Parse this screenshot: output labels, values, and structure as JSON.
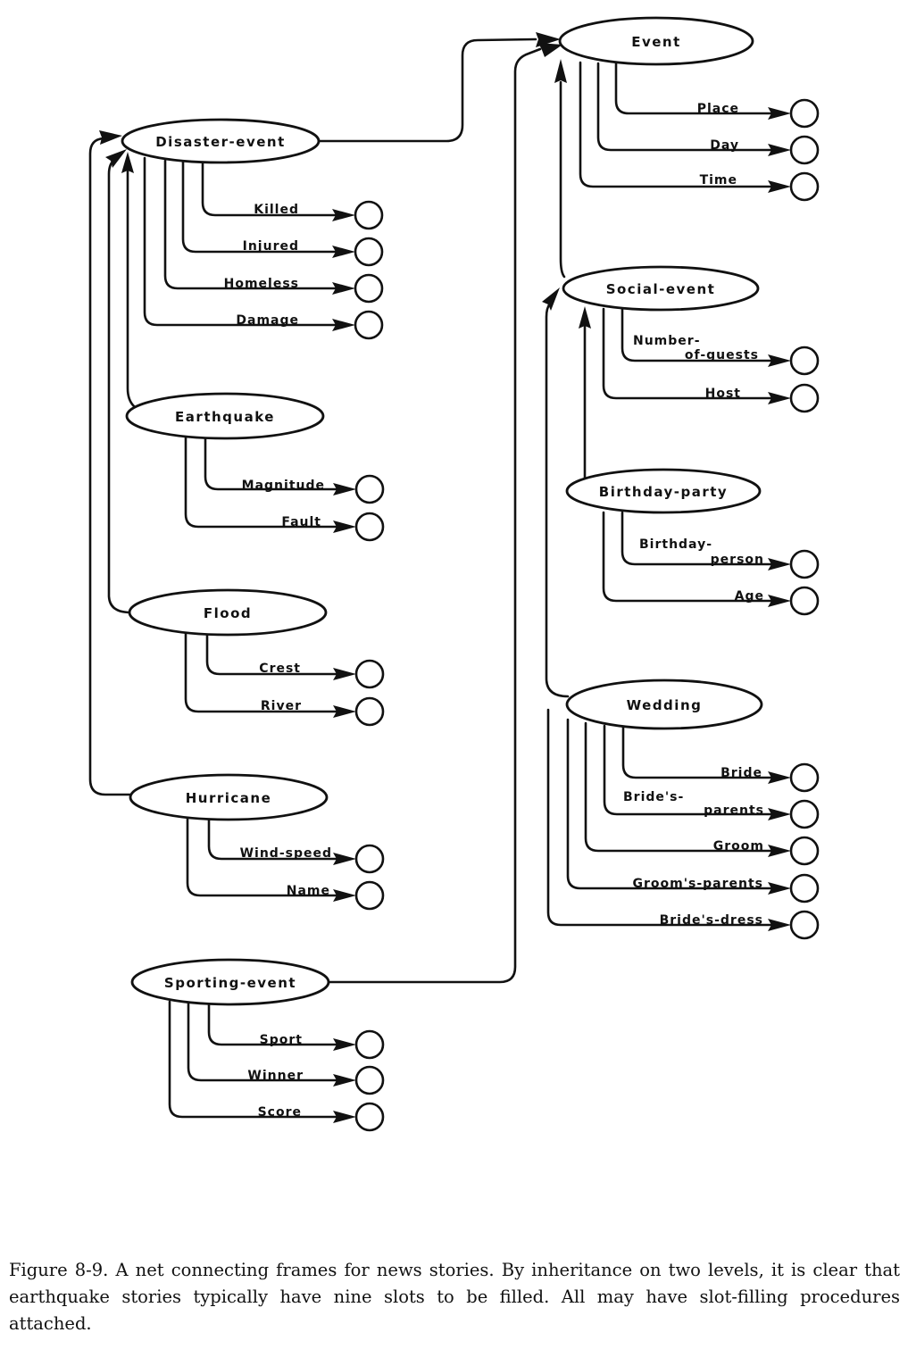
{
  "figure": {
    "caption": "Figure 8-9.  A net connecting frames for news stories. By inheritance on two levels, it is clear that earthquake stories typically have nine slots to be filled. All may have slot-filling procedures attached."
  },
  "frames": {
    "event": {
      "name": "Event",
      "slots": [
        "Place",
        "Day",
        "Time"
      ]
    },
    "disaster_event": {
      "name": "Disaster-event",
      "parent": "Event",
      "slots": [
        "Killed",
        "Injured",
        "Homeless",
        "Damage"
      ]
    },
    "earthquake": {
      "name": "Earthquake",
      "parent": "Disaster-event",
      "slots": [
        "Magnitude",
        "Fault"
      ]
    },
    "flood": {
      "name": "Flood",
      "parent": "Disaster-event",
      "slots": [
        "Crest",
        "River"
      ]
    },
    "hurricane": {
      "name": "Hurricane",
      "parent": "Disaster-event",
      "slots": [
        "Wind-speed",
        "Name"
      ]
    },
    "sporting_event": {
      "name": "Sporting-event",
      "parent": "Event",
      "slots": [
        "Sport",
        "Winner",
        "Score"
      ]
    },
    "social_event": {
      "name": "Social-event",
      "parent": "Event",
      "slots": [
        "Number-of-guests",
        "Host"
      ]
    },
    "birthday_party": {
      "name": "Birthday-party",
      "parent": "Social-event",
      "slots": [
        "Birthday-person",
        "Age"
      ]
    },
    "wedding": {
      "name": "Wedding",
      "parent": "Social-event",
      "slots": [
        "Bride",
        "Bride's-parents",
        "Groom",
        "Groom's-parents",
        "Bride's-dress"
      ]
    }
  },
  "labels": {
    "number_of_guests_line1": "Number-",
    "number_of_guests_line2": "of-guests",
    "birthday_person_line1": "Birthday-",
    "birthday_person_line2": "person",
    "brides_parents_line1": "Bride's-",
    "brides_parents_line2": "parents"
  }
}
